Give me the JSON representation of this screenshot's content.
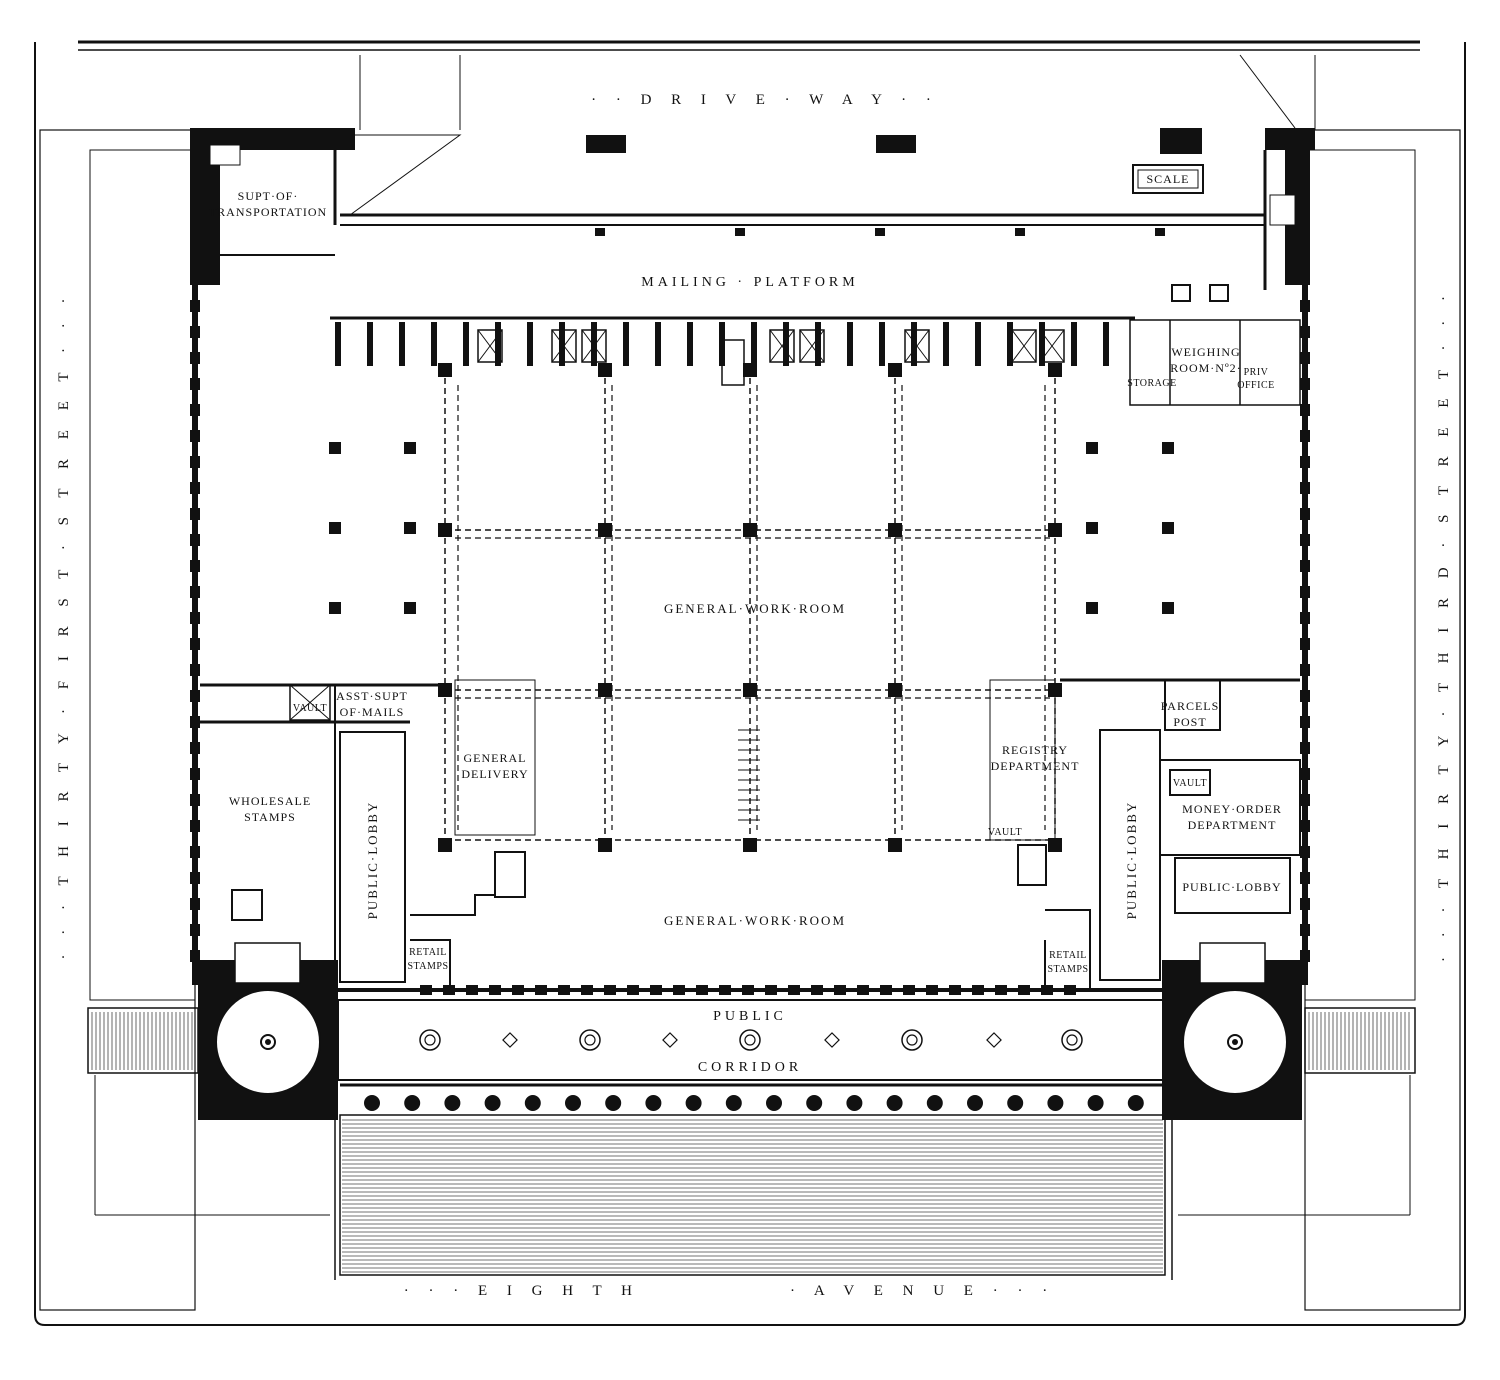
{
  "streets": {
    "top": "· · D R I V E · W A Y · ·",
    "bottom_left": "· · · E I G H T H",
    "bottom_right": "· A V E N U E · · ·",
    "left": "· · · T H I R T Y · F I R S T · S T R E E T · · ·",
    "right": "· · · T H I R T Y · T H I R D · S T R E E T · · ·"
  },
  "rooms": {
    "supt_line1": "SUPT·OF·",
    "supt_line2": "TRANSPORTATION",
    "scale": "SCALE",
    "mailing_platform": "MAILING · PLATFORM",
    "weighing_line1": "WEIGHING",
    "weighing_line2": "ROOM·Nº2·",
    "storage": "STORAGE",
    "priv_line1": "PRIV",
    "priv_line2": "OFFICE",
    "general_work_room_1": "GENERAL·WORK·ROOM",
    "general_work_room_2": "GENERAL·WORK·ROOM",
    "vault_left": "VAULT",
    "asst_line1": "ASST·SUPT",
    "asst_line2": "OF·MAILS",
    "general_delivery_line1": "GENERAL",
    "general_delivery_line2": "DELIVERY",
    "wholesale_line1": "WHOLESALE",
    "wholesale_line2": "STAMPS",
    "public_lobby_left": "PUBLIC·LOBBY",
    "retail_left_line1": "RETAIL",
    "retail_left_line2": "STAMPS",
    "registry_line1": "REGISTRY",
    "registry_line2": "DEPARTMENT",
    "vault_registry": "VAULT",
    "parcels_line1": "PARCELS",
    "parcels_line2": "POST",
    "vault_money": "VAULT",
    "money_line1": "MONEY·ORDER",
    "money_line2": "DEPARTMENT",
    "public_lobby_right_vertical": "PUBLIC·LOBBY",
    "public_lobby_right_box": "PUBLIC·LOBBY",
    "retail_right_line1": "RETAIL",
    "retail_right_line2": "STAMPS",
    "corridor_line1": "PUBLIC",
    "corridor_line2": "CORRIDOR"
  }
}
